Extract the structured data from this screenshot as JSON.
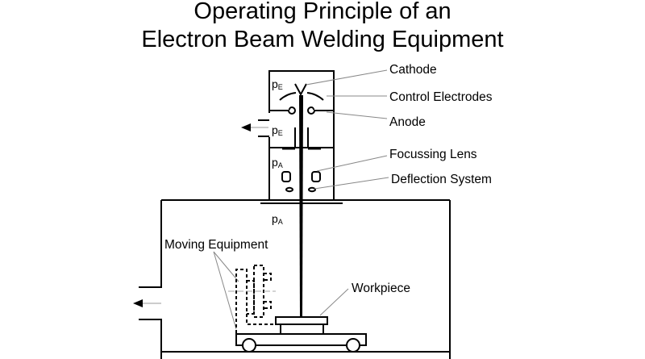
{
  "title": {
    "line1": "Operating Principle of an",
    "line2": "Electron Beam Welding Equipment"
  },
  "labels": {
    "cathode": "Cathode",
    "control_electrodes": "Control Electrodes",
    "anode": "Anode",
    "focussing_lens": "Focussing Lens",
    "deflection_system": "Deflection System",
    "workpiece": "Workpiece",
    "moving_equipment": "Moving Equipment"
  },
  "pressures": {
    "p": "p",
    "e": "E",
    "a": "A"
  }
}
